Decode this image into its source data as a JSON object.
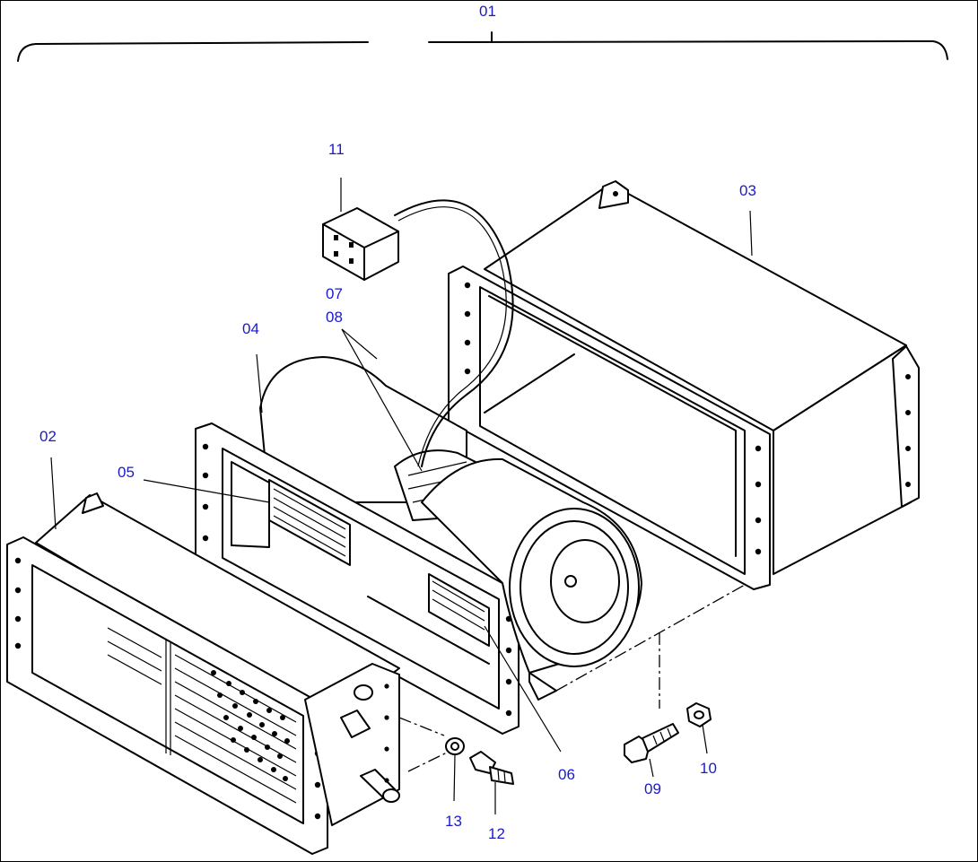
{
  "callouts": {
    "c01": "01",
    "c02": "02",
    "c03": "03",
    "c04": "04",
    "c05": "05",
    "c06": "06",
    "c07": "07",
    "c08": "08",
    "c09": "09",
    "c10": "10",
    "c11": "11",
    "c12": "12",
    "c13": "13"
  },
  "colors": {
    "callout_text": "#1a1acc",
    "line_art": "#000000",
    "background": "#ffffff"
  }
}
